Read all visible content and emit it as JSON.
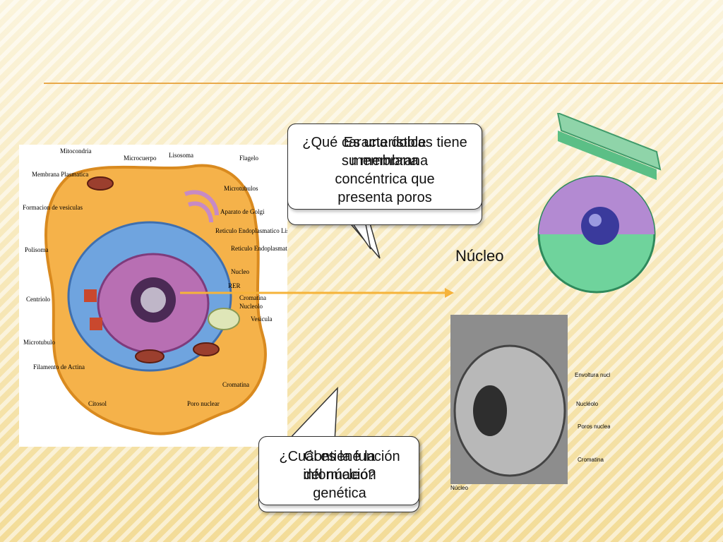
{
  "slide": {
    "nucleus_label": "Núcleo",
    "callout_top": {
      "question": "¿Qué características tiene su membrana",
      "answer": "Es una doble membrana concéntrica que presenta poros"
    },
    "callout_bottom": {
      "question": "¿Cuál es la función del núcleo?",
      "answer": "Contiene la información genética"
    }
  },
  "diagram_labels": {
    "mitocondria": "Mitocondria",
    "microcuerpo": "Microcuerpo",
    "lisosoma": "Lisosoma",
    "flagelo": "Flagelo",
    "membrana_plasmatica": "Membrana Plasmatica",
    "microtubulos": "Microtubulos",
    "formacion_vesiculas": "Formacion de vesiculas",
    "aparato_golgi": "Aparato de Golgi",
    "reticulo_liso": "Reticulo Endoplasmatico Liso",
    "polisoma": "Polisoma",
    "reticulo_rugoso": "Reticulo Endoplasmatico Rugoso",
    "nucleo": "Nucleo",
    "rer": "RER",
    "centriolo": "Centriolo",
    "cromatina": "Cromatina",
    "nucleolo": "Nucleolo",
    "vesicula": "Vesicula",
    "microtubulo": "Microtubulo",
    "filamento_actina": "Filamento de Actina",
    "cromatina2": "Cromatina",
    "citosol": "Citosol",
    "poro_nuclear": "Poro nuclear"
  },
  "micrograph_labels": {
    "envoltura": "Envoltura nuclear",
    "nucleolo": "Nucléolo",
    "poros": "Poros nucleares",
    "cromatina": "Cromatina",
    "caption": "Núcleo"
  }
}
